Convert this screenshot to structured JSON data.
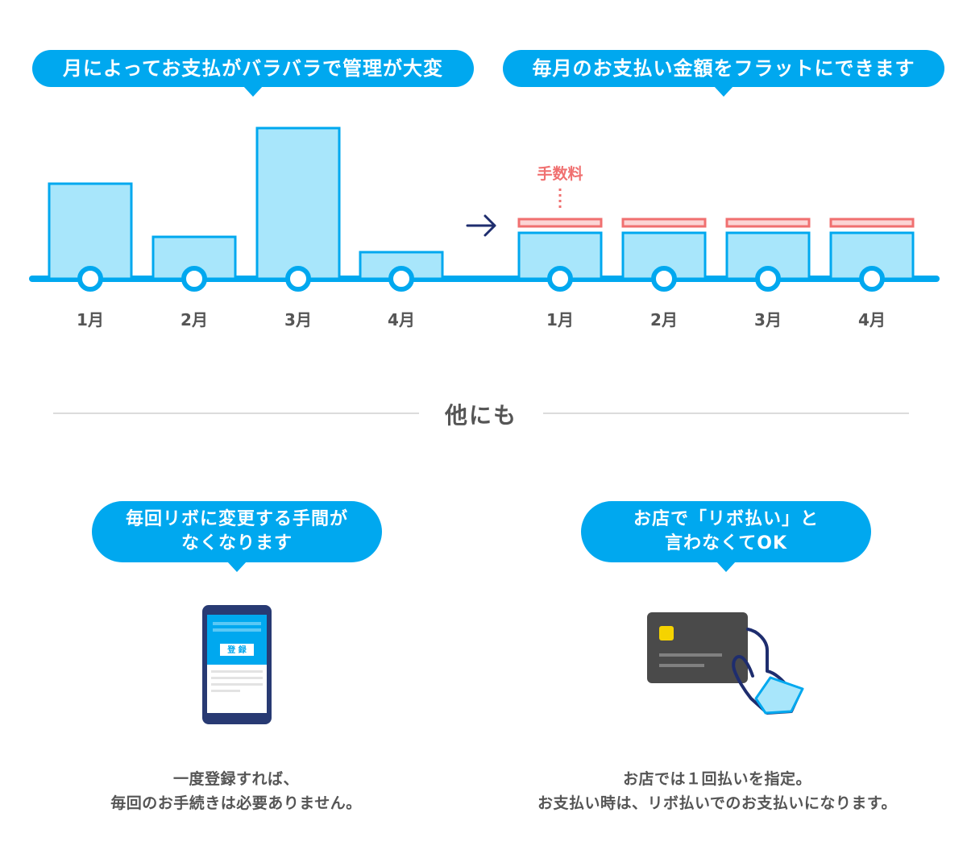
{
  "left_panel": {
    "bubble_text": "月によってお支払がバラバラで管理が大変"
  },
  "right_panel": {
    "bubble_text": "毎月のお支払い金額をフラットにできます",
    "fee_label": "手数料"
  },
  "chart_data": [
    {
      "type": "bar",
      "categories": [
        "1月",
        "2月",
        "3月",
        "4月"
      ],
      "values": [
        118,
        52,
        187,
        33
      ]
    },
    {
      "type": "bar",
      "categories": [
        "1月",
        "2月",
        "3月",
        "4月"
      ],
      "values": [
        57,
        57,
        57,
        57
      ],
      "fee_values": [
        9,
        9,
        9,
        9
      ]
    }
  ],
  "divider": {
    "label": "他にも"
  },
  "features": [
    {
      "bubble_lines": [
        "毎回リボに変更する手間が",
        "なくなります"
      ],
      "caption_lines": [
        "一度登録すれば、",
        "毎回のお手続きは必要ありません。"
      ],
      "screen_button": "登 録"
    },
    {
      "bubble_lines": [
        "お店で「リボ払い」と",
        "言わなくてOK"
      ],
      "caption_lines": [
        "お店では１回払いを指定。",
        "お支払い時は、リボ払いでのお支払いになります。"
      ]
    }
  ],
  "colors": {
    "brand_blue": "#00a8ef",
    "bar_fill": "#a8e6fb",
    "fee_red": "#f07070",
    "fee_fill": "#fcd5d5",
    "arrow_navy": "#1e2d6e",
    "card_dark": "#4a4a4a",
    "chip_yellow": "#f5d300"
  },
  "icons": [
    "arrow-right-icon",
    "smartphone-icon",
    "credit-card-hand-icon"
  ]
}
